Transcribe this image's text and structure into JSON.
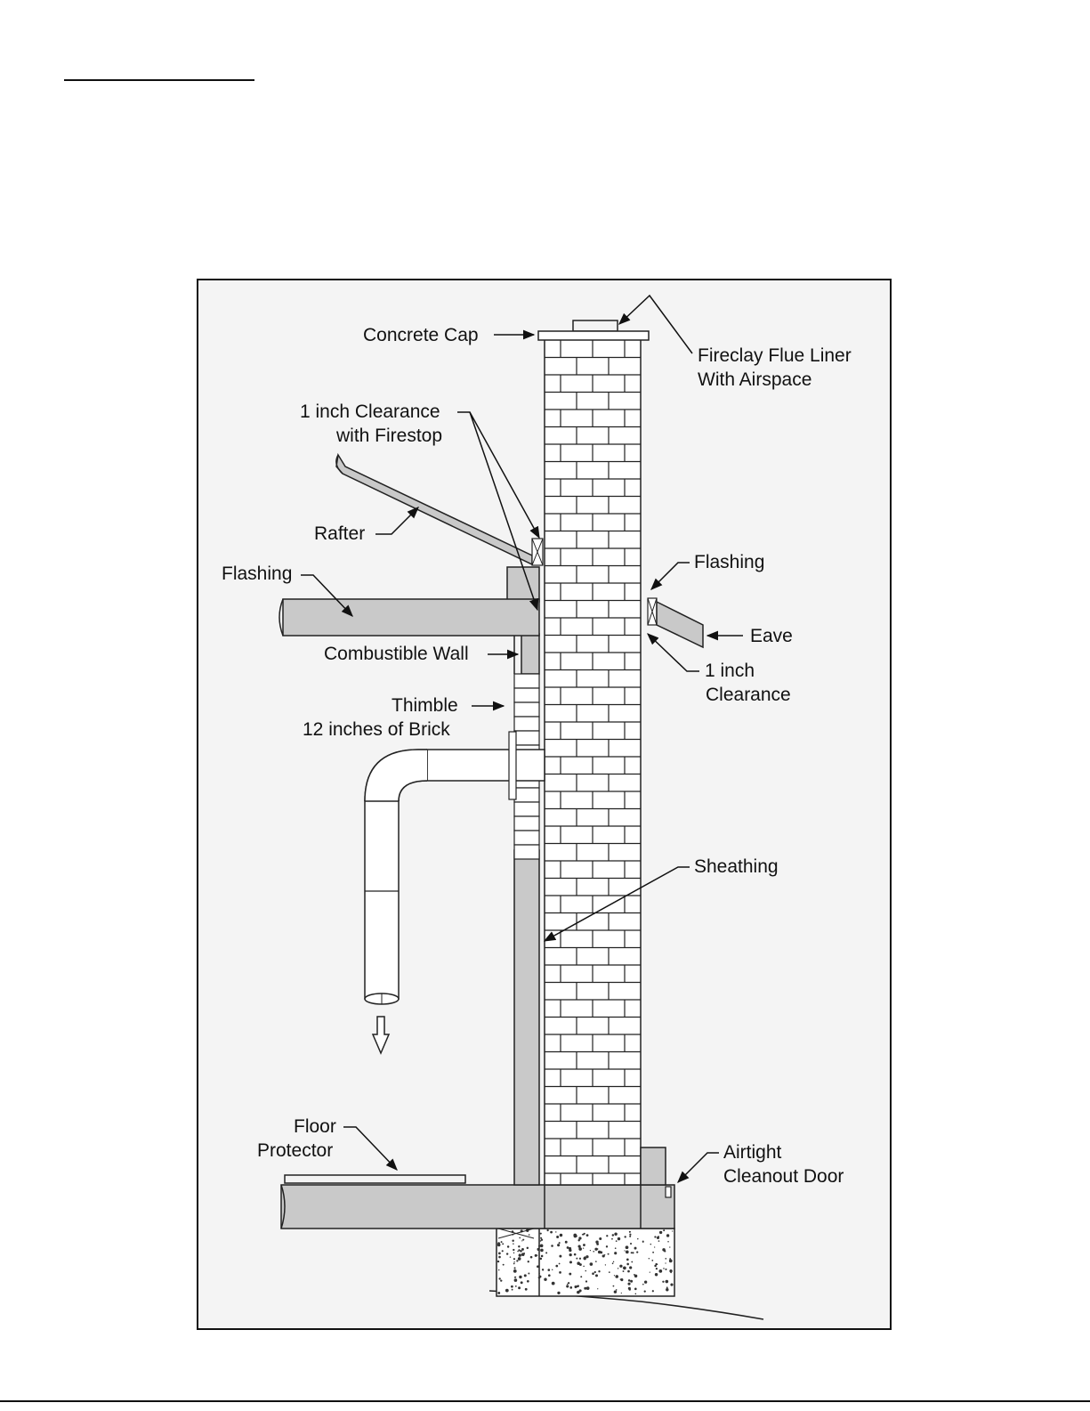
{
  "labels": {
    "concrete_cap": "Concrete Cap",
    "flue_liner_1": "Fireclay Flue Liner",
    "flue_liner_2": "With Airspace",
    "clearance_firestop_1": "1 inch Clearance",
    "clearance_firestop_2": "with Firestop",
    "rafter": "Rafter",
    "flashing_left": "Flashing",
    "flashing_right": "Flashing",
    "eave": "Eave",
    "clearance_right_1": "1 inch",
    "clearance_right_2": "Clearance",
    "combustible_wall": "Combustible Wall",
    "thimble_1": "Thimble",
    "thimble_2": "12 inches of Brick",
    "sheathing": "Sheathing",
    "floor_protector_1": "Floor",
    "floor_protector_2": "Protector",
    "cleanout_1": "Airtight",
    "cleanout_2": "Cleanout Door"
  },
  "colors": {
    "gray_fill": "#c9c9c9",
    "light_fill": "#f3f3f3",
    "line": "#222222"
  }
}
